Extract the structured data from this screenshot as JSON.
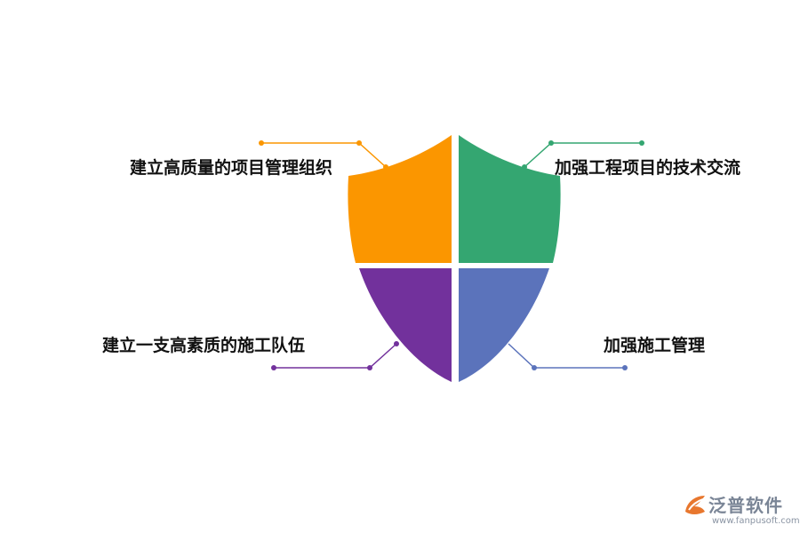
{
  "diagram": {
    "items": [
      {
        "label": "建立高质量的项目管理组织",
        "color": "#fb9600"
      },
      {
        "label": "加强工程项目的技术交流",
        "color": "#34a671"
      },
      {
        "label": "建立一支高素质的施工队伍",
        "color": "#72319c"
      },
      {
        "label": "加强施工管理",
        "color": "#5b73bb"
      }
    ]
  },
  "logo": {
    "name": "泛普软件",
    "url": "www.fanpusoft.com"
  }
}
